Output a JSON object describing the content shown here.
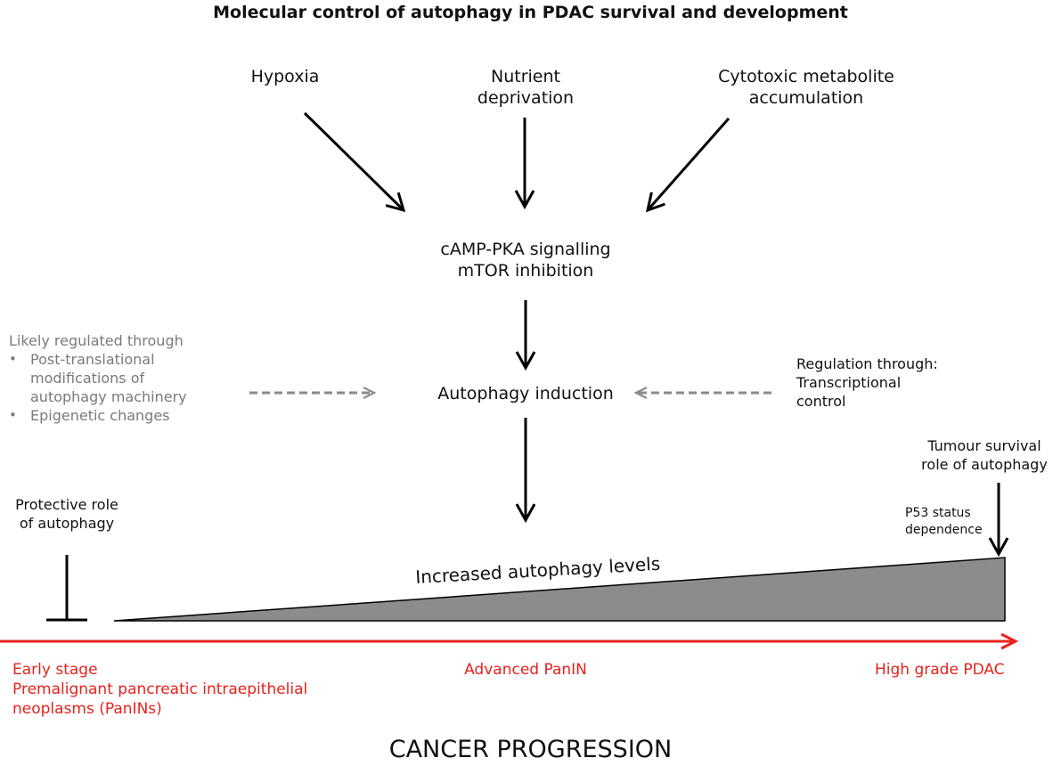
{
  "title": "Molecular control of autophagy in PDAC survival and development",
  "stressors": {
    "hypoxia": "Hypoxia",
    "nutrient": [
      "Nutrient",
      "deprivation"
    ],
    "cytotoxic": [
      "Cytotoxic metabolite",
      "accumulation"
    ]
  },
  "signalling": [
    "cAMP-PKA signalling",
    "mTOR inhibition"
  ],
  "induction": "Autophagy induction",
  "left_regulation": {
    "heading": "Likely regulated through",
    "bullets": [
      "Post-translational modifications of autophagy machinery",
      "Epigenetic changes"
    ],
    "bullet_lines": [
      [
        "Post-translational",
        "modifications of",
        "autophagy machinery"
      ],
      [
        "Epigenetic changes"
      ]
    ]
  },
  "right_regulation": [
    "Regulation through:",
    "Transcriptional",
    "control"
  ],
  "protective": [
    "Protective role",
    "of autophagy"
  ],
  "tumour_survival": [
    "Tumour survival",
    "role  of autophagy"
  ],
  "p53": [
    "P53 status",
    "dependence"
  ],
  "triangle_label": "Increased autophagy levels",
  "stages": {
    "early": [
      "Early stage",
      "Premalignant pancreatic intraepithelial",
      "neoplasms (PanINs)"
    ],
    "advanced": "Advanced PanIN",
    "high_grade": "High grade PDAC"
  },
  "progression_label": "CANCER PROGRESSION",
  "colors": {
    "black": "#000000",
    "grey_arrow": "#8a8a8a",
    "grey_text": "#7a7a7a",
    "red": "#e8221c",
    "triangle_fill": "#8c8c8c"
  }
}
